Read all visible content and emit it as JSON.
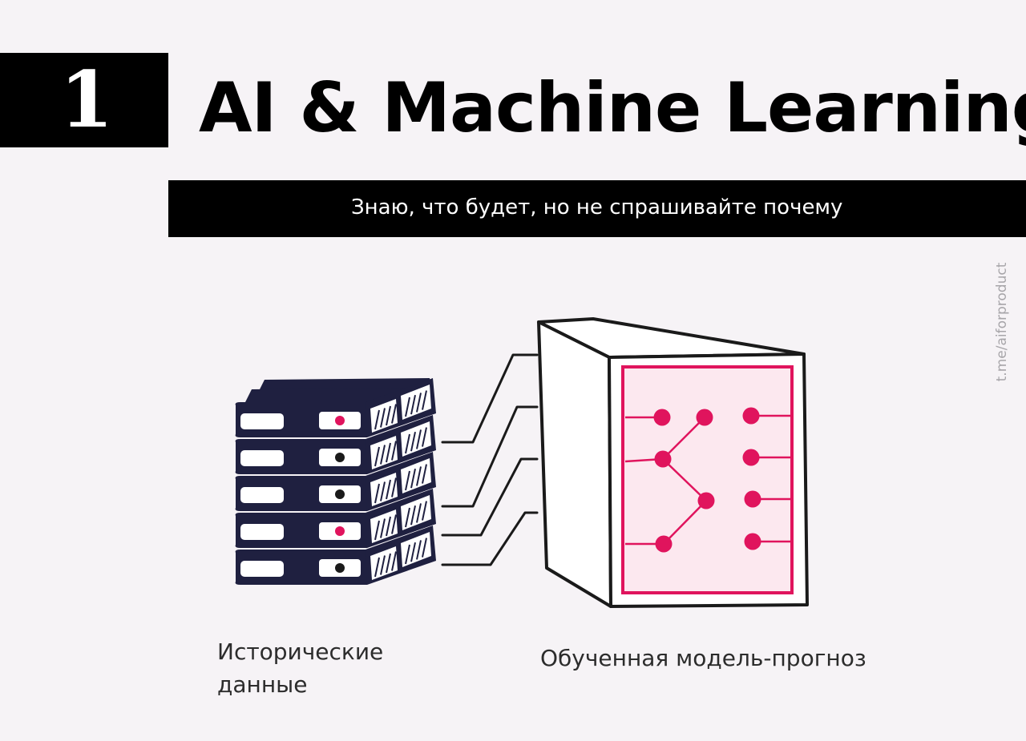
{
  "header": {
    "number": "1",
    "title": "AI & Machine Learning",
    "subtitle": "Знаю, что будет, но не спрашивайте почему"
  },
  "watermark": "t.me/aiforproduct",
  "captions": {
    "historical_line1": "Исторические",
    "historical_line2": "данные",
    "model": "Обученная модель-прогноз"
  },
  "colors": {
    "background": "#f6f3f6",
    "server": "#1f2040",
    "accent": "#e0145d",
    "outline": "#1a1a1a"
  },
  "icons": {
    "servers": "server-stack-icon",
    "model": "model-box-icon",
    "network": "neural-network-icon"
  }
}
